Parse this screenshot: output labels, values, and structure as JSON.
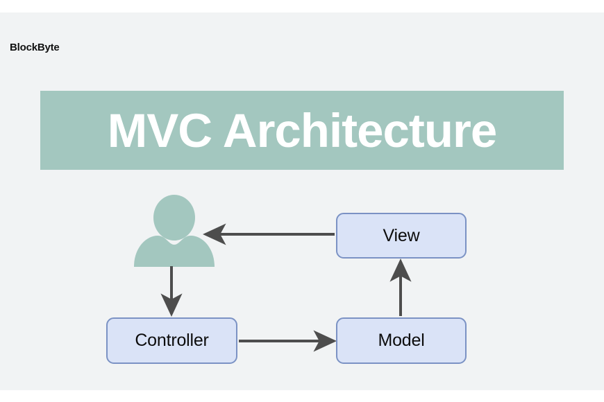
{
  "page": {
    "background_color": "#f1f3f4",
    "outer_color": "#ffffff",
    "brand": "BlockByte"
  },
  "banner": {
    "title": "MVC Architecture",
    "background_color": "#a3c7bf",
    "text_color": "#ffffff"
  },
  "diagram": {
    "type": "flow-diagram",
    "node_fill": "#dae3f7",
    "node_border": "#7b92c4",
    "actor_color": "#a3c7bf",
    "arrow_color": "#4d4d4d",
    "actor": {
      "name": "user-actor",
      "label": ""
    },
    "nodes": [
      {
        "id": "view",
        "label": "View"
      },
      {
        "id": "controller",
        "label": "Controller"
      },
      {
        "id": "model",
        "label": "Model"
      }
    ],
    "edges": [
      {
        "from": "view",
        "to": "user-actor",
        "direction": "left"
      },
      {
        "from": "user-actor",
        "to": "controller",
        "direction": "down"
      },
      {
        "from": "controller",
        "to": "model",
        "direction": "right"
      },
      {
        "from": "model",
        "to": "view",
        "direction": "up"
      }
    ]
  }
}
